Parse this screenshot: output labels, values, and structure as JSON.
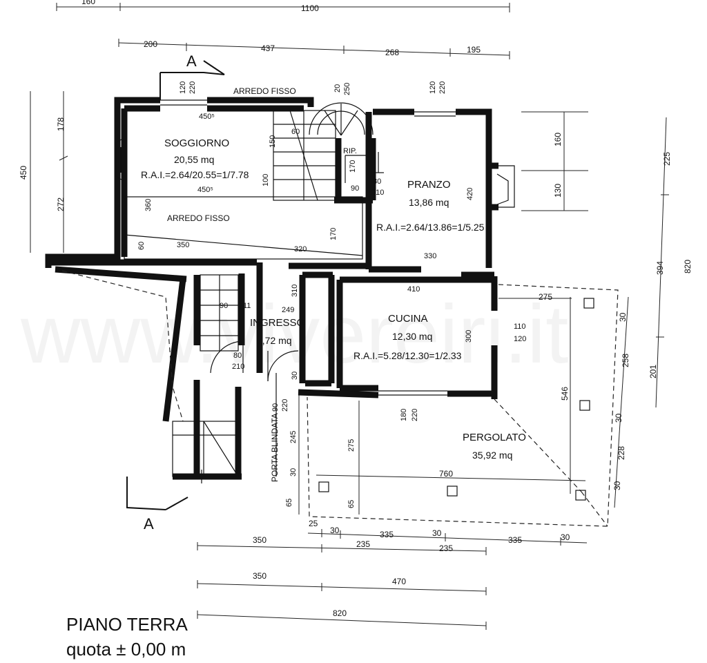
{
  "title": {
    "line1": "PIANO TERRA",
    "line2": "quota ± 0,00 m"
  },
  "watermark": "www.vivereiri.it",
  "section_marks": {
    "top": "A",
    "bottom": "A"
  },
  "rooms": [
    {
      "id": "soggiorno",
      "name": "SOGGIORNO",
      "area": "20,55 mq",
      "rai": "R.A.I.=2.64/20.55=1/7.78"
    },
    {
      "id": "pranzo",
      "name": "PRANZO",
      "area": "13,86 mq",
      "rai": "R.A.I.=2.64/13.86=1/5.25"
    },
    {
      "id": "ingresso",
      "name": "INGRESSO",
      "area": "7,72 mq"
    },
    {
      "id": "cucina",
      "name": "CUCINA",
      "area": "12,30 mq",
      "rai": "R.A.I.=5.28/12.30=1/2.33"
    },
    {
      "id": "pergolato",
      "name": "PERGOLATO",
      "area": "35,92 mq"
    },
    {
      "id": "ripostiglio",
      "name": "RIP."
    }
  ],
  "labels": {
    "arredo_fisso_1": "ARREDO FISSO",
    "arredo_fisso_2": "ARREDO FISSO",
    "porta_blindata": "PORTA BLINDATA"
  },
  "dimensions": {
    "top_total": "1100",
    "top_left_cut": "160",
    "top_segments": [
      "200",
      "437",
      "268",
      "195"
    ],
    "left_total": "450",
    "left_segments": [
      "178",
      "272"
    ],
    "right_total": "820",
    "right_segments": [
      "225",
      "394",
      "201"
    ],
    "window_right": [
      "160",
      "130"
    ],
    "bottom_row1": [
      "350",
      "235",
      "235"
    ],
    "bottom_row2": [
      "350",
      "470"
    ],
    "bottom_row3": [
      "820"
    ],
    "pergola_row": [
      "25",
      "30",
      "335",
      "30",
      "335",
      "30"
    ],
    "pergola_right": [
      "30",
      "258",
      "30",
      "228",
      "30"
    ],
    "pergola_width": "760",
    "pergola_depth": "546",
    "pergola_top": "275"
  },
  "interior_dims": {
    "soggiorno_width": "450⁵",
    "soggiorno_width2": "450⁵",
    "win_soggiorno": [
      "120",
      "220"
    ],
    "stair_head": [
      "20",
      "250"
    ],
    "win_pranzo": [
      "120",
      "220"
    ],
    "d60": "60",
    "d150": "150",
    "d100": "100",
    "d360": "360",
    "d350": "350",
    "d60b": "60",
    "d320": "320",
    "d170a": "170",
    "rip_170": "170",
    "rip_90": "90",
    "door_pranzo": [
      "80",
      "210"
    ],
    "d420": "420",
    "d330": "330",
    "d410": "410",
    "d310": "310",
    "d90": "90",
    "d11": "11",
    "d249": "249",
    "door_ingresso": [
      "80",
      "210"
    ],
    "d30": "30",
    "door_blindata": [
      "90",
      "220"
    ],
    "d245": "245",
    "d30b": "30",
    "d65": "65",
    "d300": "300",
    "win_cucina_side": [
      "110",
      "120"
    ],
    "win_cucina": [
      "180",
      "220"
    ],
    "d275": "275",
    "d65b": "65"
  }
}
